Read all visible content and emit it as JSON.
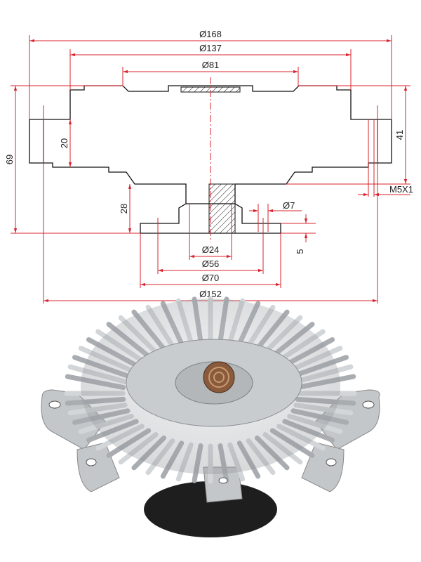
{
  "drawing": {
    "dimensions": {
      "d168": "Ø168",
      "d137": "Ø137",
      "d81": "Ø81",
      "h20": "20",
      "h41": "41",
      "h69": "69",
      "h28": "28",
      "thread": "M5X1",
      "d7": "Ø7",
      "h5": "5",
      "d24": "Ø24",
      "d56": "Ø56",
      "d70": "Ø70",
      "d152": "Ø152"
    },
    "colors": {
      "dimension_lines": "#d9232e",
      "outline": "#111111",
      "metal": "#b8bcbf",
      "clutch_base": "#1e1e1e"
    }
  }
}
